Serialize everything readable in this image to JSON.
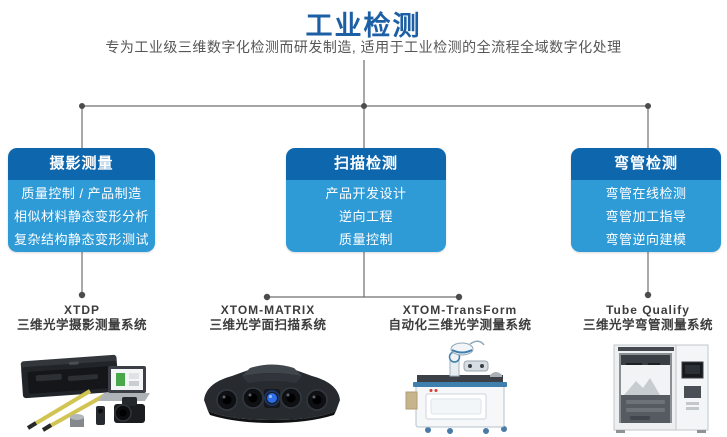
{
  "header": {
    "title": "工业检测",
    "subtitle": "专为工业级三维数字化检测而研发制造, 适用于工业检测的全流程全域数字化处理"
  },
  "colors": {
    "title_blue": "#1c5fa5",
    "box_header_blue": "#0e67ad",
    "box_body_blue": "#2e9ad6",
    "line_gray": "#6f6f6f",
    "dot_gray": "#4c4c4c",
    "label_gray": "#3c3c3c"
  },
  "categories": [
    {
      "title": "摄影测量",
      "items": [
        "质量控制 / 产品制造",
        "相似材料静态变形分析",
        "复杂结构静态变形测试"
      ]
    },
    {
      "title": "扫描检测",
      "items": [
        "产品开发设计",
        "逆向工程",
        "质量控制"
      ]
    },
    {
      "title": "弯管检测",
      "items": [
        "弯管在线检测",
        "弯管加工指导",
        "弯管逆向建模"
      ]
    }
  ],
  "products": [
    {
      "name": "XTDP",
      "description": "三维光学摄影测量系统",
      "image": "photogrammetry-kit"
    },
    {
      "name": "XTOM-MATRIX",
      "description": "三维光学面扫描系统",
      "image": "structured-light-scanner"
    },
    {
      "name": "XTOM-TransForm",
      "description": "自动化三维光学测量系统",
      "image": "automated-measurement-machine"
    },
    {
      "name": "Tube Qualify",
      "description": "三维光学弯管测量系统",
      "image": "tube-measurement-cabinet"
    }
  ]
}
